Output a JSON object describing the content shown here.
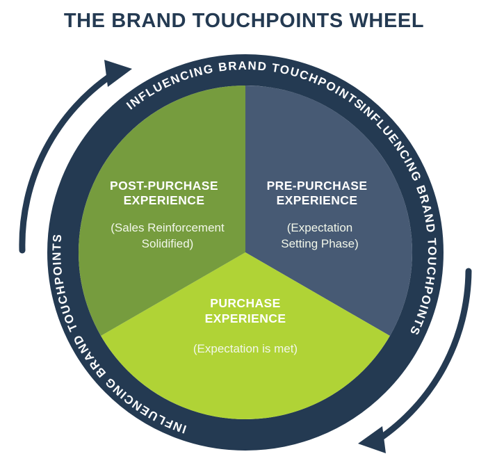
{
  "title": "THE BRAND TOUCHPOINTS WHEEL",
  "colors": {
    "ring": "#243A52",
    "arrow": "#243A52",
    "title": "#243A52",
    "pre_purchase": "#475A74",
    "post_purchase": "#769C3E",
    "purchase": "#B0D336",
    "label_text": "#FFFFFF",
    "sublabel_text": "#F2F7EA",
    "background": "#FFFFFF"
  },
  "ring_labels": {
    "top": "INFLUENCING BRAND TOUCHPOINTS",
    "right": "INFLUENCING BRAND TOUCHPOINTS",
    "left": "INFLUENCING BRAND TOUCHPOINTS"
  },
  "segments": [
    {
      "id": "pre-purchase",
      "title_line1": "PRE-PURCHASE",
      "title_line2": "EXPERIENCE",
      "sub_line1": "(Expectation",
      "sub_line2": "Setting Phase)",
      "color": "#475A74"
    },
    {
      "id": "post-purchase",
      "title_line1": "POST-PURCHASE",
      "title_line2": "EXPERIENCE",
      "sub_line1": "(Sales Reinforcement",
      "sub_line2": "Solidified)",
      "color": "#769C3E"
    },
    {
      "id": "purchase",
      "title_line1": "PURCHASE",
      "title_line2": "EXPERIENCE",
      "sub_line1": "(Expectation is met)",
      "sub_line2": "",
      "color": "#B0D336"
    }
  ],
  "arrows": [
    {
      "id": "left-arrow-up",
      "direction": "clockwise-up"
    },
    {
      "id": "right-arrow-down",
      "direction": "clockwise-down"
    }
  ]
}
